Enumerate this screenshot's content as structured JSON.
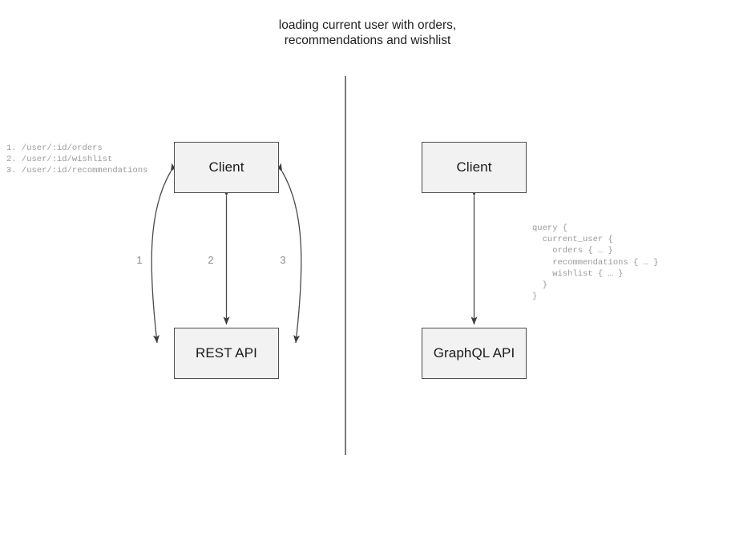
{
  "diagram": {
    "title": "loading current user with orders,\nrecommendations and wishlist",
    "divider_color": "#7a7a7a",
    "node_fill": "#f2f2f2",
    "node_border": "#4d4d4d",
    "arrow_color": "#4a4a4a",
    "code_color": "#9a9a9a"
  },
  "rest_side": {
    "client_label": "Client",
    "api_label": "REST API",
    "endpoints": "1. /user/:id/orders\n2. /user/:id/wishlist\n3. /user/:id/recommendations",
    "edge_labels": [
      "1",
      "2",
      "3"
    ]
  },
  "graphql_side": {
    "client_label": "Client",
    "api_label": "GraphQL API",
    "query": "query {\n  current_user {\n    orders { … }\n    recommendations { … }\n    wishlist { … }\n  }\n}"
  }
}
